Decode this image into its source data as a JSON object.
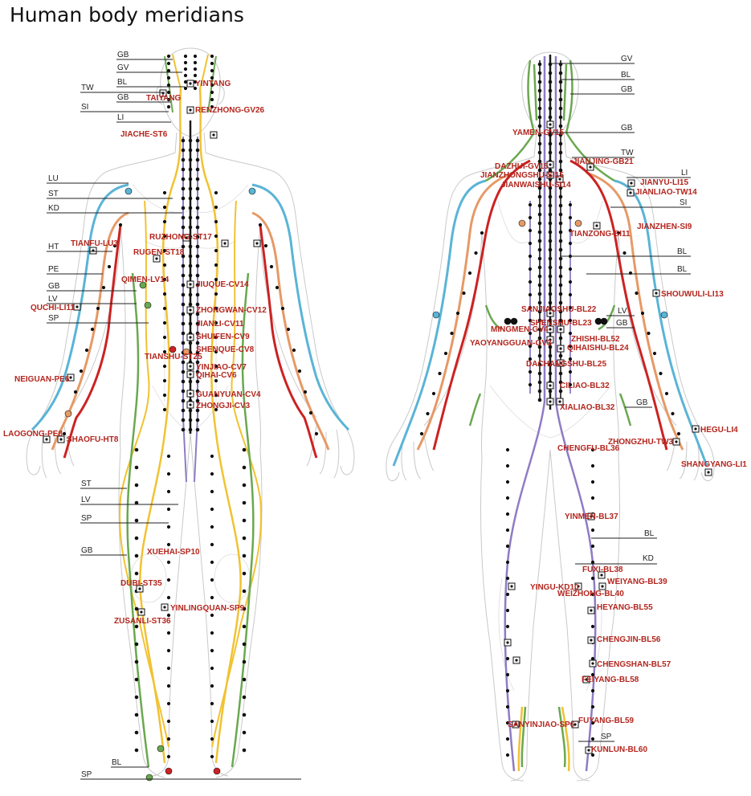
{
  "title": "Human body meridians",
  "colors": {
    "GV": "#1a1a1a",
    "CV": "#1a1a1a",
    "KD": "#8e7cc3",
    "ST": "#f1c232",
    "SP": "#f1c232",
    "LV": "#6aa84f",
    "GB": "#6aa84f",
    "LU": "#5ab4d6",
    "LI": "#5ab4d6",
    "HT": "#cc2222",
    "SI": "#cc2222",
    "PE": "#e69966",
    "TW": "#e69966",
    "BL": "#8e7cc3",
    "point_label": "#b3261e"
  },
  "front": {
    "meridian_tags": [
      {
        "id": "f-gb1",
        "label": "GB"
      },
      {
        "id": "f-gv",
        "label": "GV"
      },
      {
        "id": "f-tw",
        "label": "TW"
      },
      {
        "id": "f-bl1",
        "label": "BL"
      },
      {
        "id": "f-gb2",
        "label": "GB"
      },
      {
        "id": "f-si",
        "label": "SI"
      },
      {
        "id": "f-li",
        "label": "LI"
      },
      {
        "id": "f-lu",
        "label": "LU"
      },
      {
        "id": "f-st1",
        "label": "ST"
      },
      {
        "id": "f-kd",
        "label": "KD"
      },
      {
        "id": "f-ht",
        "label": "HT"
      },
      {
        "id": "f-pe",
        "label": "PE"
      },
      {
        "id": "f-gb3",
        "label": "GB"
      },
      {
        "id": "f-lv1",
        "label": "LV"
      },
      {
        "id": "f-sp1",
        "label": "SP"
      },
      {
        "id": "f-st2",
        "label": "ST"
      },
      {
        "id": "f-lv2",
        "label": "LV"
      },
      {
        "id": "f-sp2",
        "label": "SP"
      },
      {
        "id": "f-gb4",
        "label": "GB"
      },
      {
        "id": "f-bl2",
        "label": "BL"
      },
      {
        "id": "f-sp3",
        "label": "SP"
      }
    ],
    "points": [
      {
        "id": "yintang",
        "label": "YINTANG"
      },
      {
        "id": "taiyang",
        "label": "TAIYANG"
      },
      {
        "id": "renzhong",
        "label": "RENZHONG-GV26"
      },
      {
        "id": "jiache",
        "label": "JIACHE-ST6"
      },
      {
        "id": "tianfu",
        "label": "TIANFU-LU3"
      },
      {
        "id": "ruzhong",
        "label": "RUZHONG-ST17"
      },
      {
        "id": "rugen",
        "label": "RUGEN-ST18"
      },
      {
        "id": "qimen",
        "label": "QIMEN-LV14"
      },
      {
        "id": "jiuque",
        "label": "JIUQUE-CV14"
      },
      {
        "id": "quchi",
        "label": "QUCHI-LI11"
      },
      {
        "id": "zhongwan",
        "label": "ZHONGWAN-CV12"
      },
      {
        "id": "jianli",
        "label": "JIANLI-CV11"
      },
      {
        "id": "shuifen",
        "label": "SHUIFEN-CV9"
      },
      {
        "id": "shenque",
        "label": "SHENQUE-CV8"
      },
      {
        "id": "tianshu",
        "label": "TIANSHU-ST25"
      },
      {
        "id": "yinjiao",
        "label": "YINJIAO-CV7"
      },
      {
        "id": "qihai",
        "label": "QIHAI-CV6"
      },
      {
        "id": "neiguan",
        "label": "NEIGUAN-PE6"
      },
      {
        "id": "guanyuan",
        "label": "GUANYUAN-CV4"
      },
      {
        "id": "zhongji",
        "label": "ZHONGJI-CV3"
      },
      {
        "id": "laogong",
        "label": "LAOGONG-PE8"
      },
      {
        "id": "shaofu",
        "label": "SHAOFU-HT8"
      },
      {
        "id": "xuehai",
        "label": "XUEHAI-SP10"
      },
      {
        "id": "dubi",
        "label": "DUBI-ST35"
      },
      {
        "id": "yinlingquan",
        "label": "YINLINGQUAN-SP9"
      },
      {
        "id": "zusanli",
        "label": "ZUSANLI-ST36"
      }
    ]
  },
  "back": {
    "meridian_tags": [
      {
        "id": "b-gv",
        "label": "GV"
      },
      {
        "id": "b-bl1",
        "label": "BL"
      },
      {
        "id": "b-gb1",
        "label": "GB"
      },
      {
        "id": "b-gb2",
        "label": "GB"
      },
      {
        "id": "b-tw",
        "label": "TW"
      },
      {
        "id": "b-li",
        "label": "LI"
      },
      {
        "id": "b-si",
        "label": "SI"
      },
      {
        "id": "b-bl2",
        "label": "BL"
      },
      {
        "id": "b-bl3",
        "label": "BL"
      },
      {
        "id": "b-lv",
        "label": "LV"
      },
      {
        "id": "b-gb3",
        "label": "GB"
      },
      {
        "id": "b-gb4",
        "label": "GB"
      },
      {
        "id": "b-bl4",
        "label": "BL"
      },
      {
        "id": "b-kd",
        "label": "KD"
      },
      {
        "id": "b-sp",
        "label": "SP"
      }
    ],
    "points": [
      {
        "id": "yamen",
        "label": "YAMEN-GV15"
      },
      {
        "id": "jianjing",
        "label": "JIANJING-GB21"
      },
      {
        "id": "dazhui",
        "label": "DAZHUI-GV15"
      },
      {
        "id": "jianzhongshu",
        "label": "JIANZHONGSHU-SI15"
      },
      {
        "id": "jianyu",
        "label": "JIANYU-LI15"
      },
      {
        "id": "jianwaishu",
        "label": "JIANWAISHU-SI14"
      },
      {
        "id": "jianliao",
        "label": "JIANLIAO-TW14"
      },
      {
        "id": "tianzong",
        "label": "TIANZONG-SI11"
      },
      {
        "id": "jianzhen",
        "label": "JIANZHEN-SI9"
      },
      {
        "id": "shouwuli",
        "label": "SHOUWULI-LI13"
      },
      {
        "id": "sanjiaoshu",
        "label": "SANJIAOSHU-BL22"
      },
      {
        "id": "shenshu",
        "label": "SHENSHU-BL23"
      },
      {
        "id": "mingmen",
        "label": "MINGMEN-GV4"
      },
      {
        "id": "zhishi",
        "label": "ZHISHI-BL52"
      },
      {
        "id": "yaoyangguan",
        "label": "YAOYANGGUAN-GV3"
      },
      {
        "id": "qihaishu",
        "label": "QIHAISHU-BL24"
      },
      {
        "id": "dachangshu",
        "label": "DACHANGSHU-BL25"
      },
      {
        "id": "ciliao",
        "label": "CILIAO-BL32"
      },
      {
        "id": "xialiao",
        "label": "XIALIAO-BL32"
      },
      {
        "id": "hegu",
        "label": "HEGU-LI4"
      },
      {
        "id": "zhongzhu",
        "label": "ZHONGZHU-TW3"
      },
      {
        "id": "chengfu",
        "label": "CHENGFU-BL36"
      },
      {
        "id": "shangyang",
        "label": "SHANGYANG-LI1"
      },
      {
        "id": "yinmen",
        "label": "YINMEN-BL37"
      },
      {
        "id": "fuxi",
        "label": "FUXI-BL38"
      },
      {
        "id": "weiyang",
        "label": "WEIYANG-BL39"
      },
      {
        "id": "yingu",
        "label": "YINGU-KD10"
      },
      {
        "id": "weizhong",
        "label": "WEIZHONG-BL40"
      },
      {
        "id": "heyang",
        "label": "HEYANG-BL55"
      },
      {
        "id": "chengjin",
        "label": "CHENGJIN-BL56"
      },
      {
        "id": "chengshan",
        "label": "CHENGSHAN-BL57"
      },
      {
        "id": "feiyang",
        "label": "FEIYANG-BL58"
      },
      {
        "id": "fuyang",
        "label": "FUYANG-BL59"
      },
      {
        "id": "sanyinjiao",
        "label": "SANYINJIAO-SP6"
      },
      {
        "id": "kunlun",
        "label": "KUNLUN-BL60"
      }
    ]
  }
}
